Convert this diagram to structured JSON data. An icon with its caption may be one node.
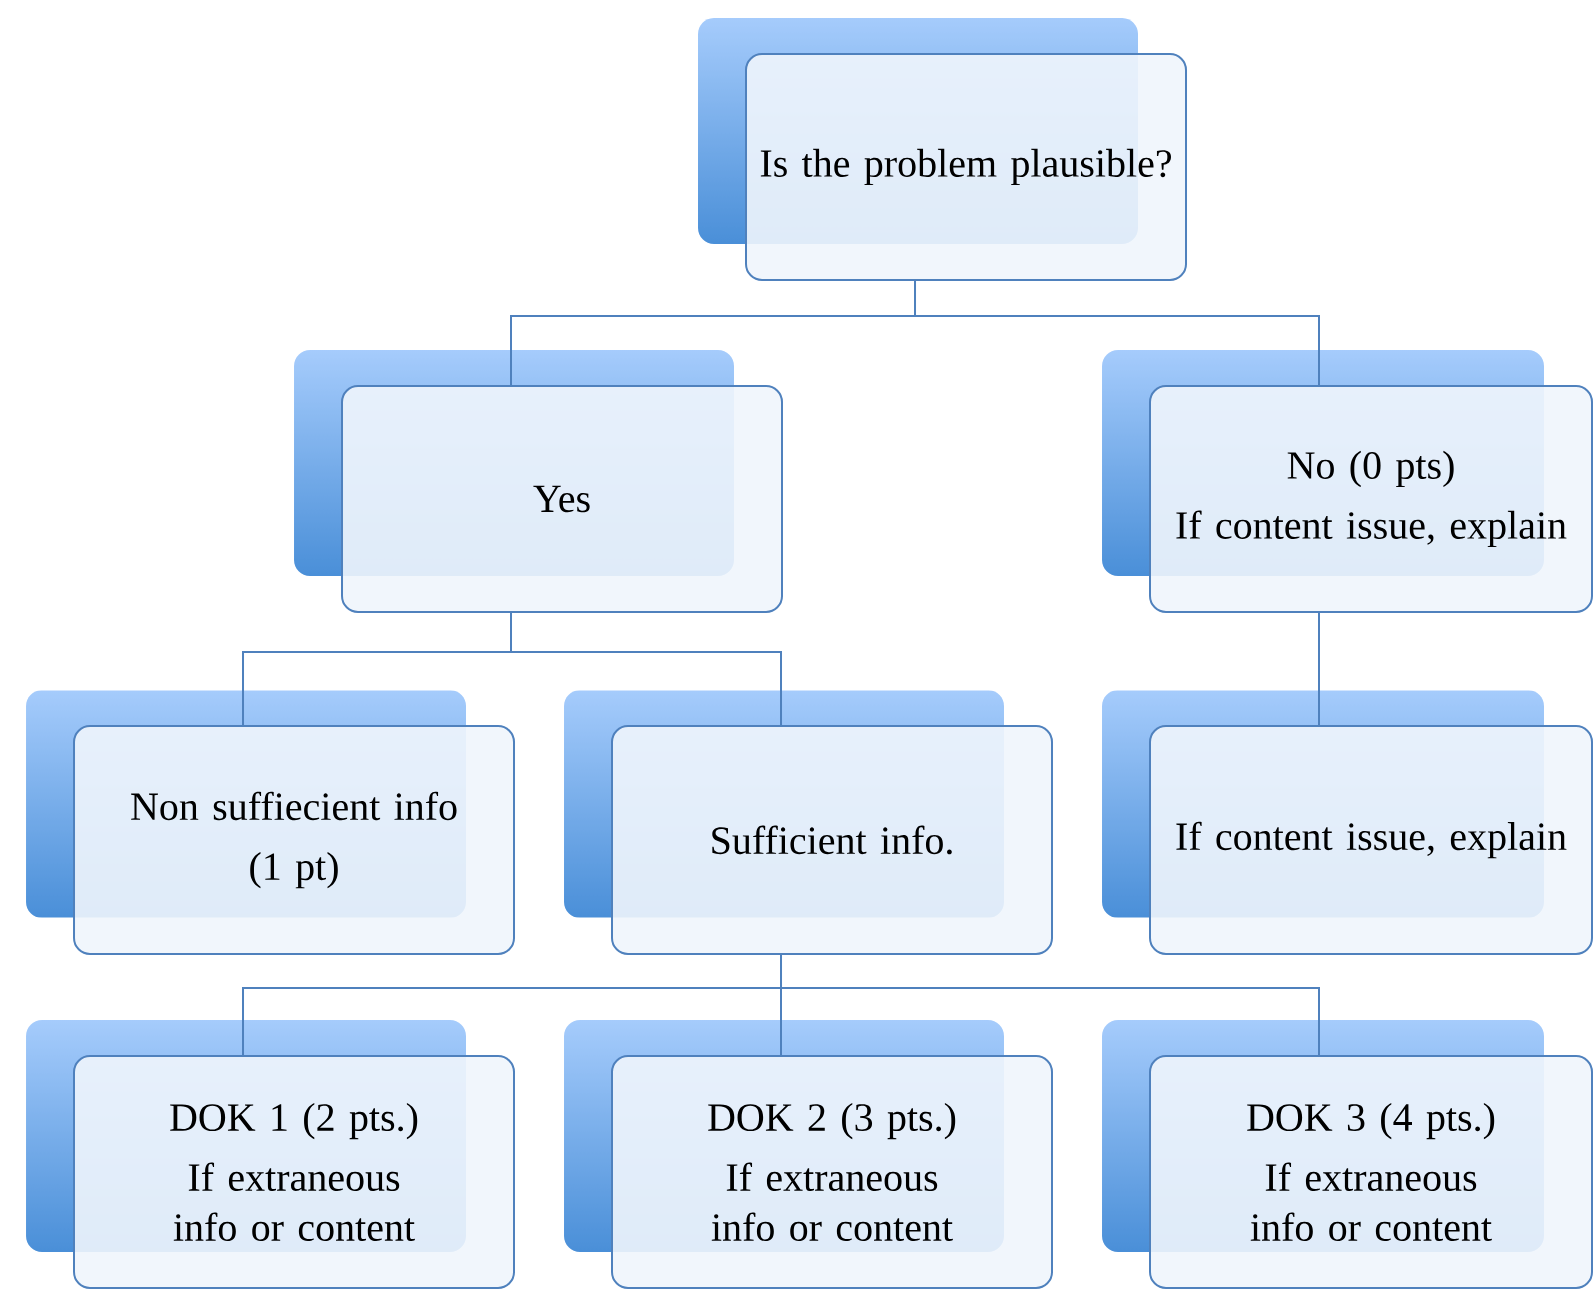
{
  "diagram": {
    "nodes": [
      {
        "text": [
          "Is the problem plausible?"
        ]
      },
      {
        "text": [
          "Yes"
        ]
      },
      {
        "text": [
          "No (0 pts)",
          "If content issue, explain"
        ]
      },
      {
        "text": [
          "Non suffiecient info",
          "(1 pt)"
        ]
      },
      {
        "text": [
          "Sufficient info."
        ]
      },
      {
        "text": [
          "If content issue, explain"
        ]
      },
      {
        "text": [
          "DOK 1 (2 pts.)",
          "If extraneous info or content"
        ]
      },
      {
        "text": [
          "DOK 2 (3 pts.)",
          "If extraneous info or content"
        ]
      },
      {
        "text": [
          "DOK 3 (4 pts.)",
          "If extraneous info or content"
        ]
      }
    ],
    "edges": [
      {
        "from": 0,
        "to": 1,
        "arrow": "none"
      },
      {
        "from": 0,
        "to": 2,
        "arrow": "none"
      },
      {
        "from": 1,
        "to": 3,
        "arrow": "none"
      },
      {
        "from": 1,
        "to": 4,
        "arrow": "none"
      },
      {
        "from": 2,
        "to": 5,
        "arrow": "none"
      },
      {
        "from": 4,
        "to": 6,
        "arrow": "none"
      },
      {
        "from": 4,
        "to": 7,
        "arrow": "none"
      },
      {
        "from": 4,
        "to": 8,
        "arrow": "none"
      }
    ]
  }
}
